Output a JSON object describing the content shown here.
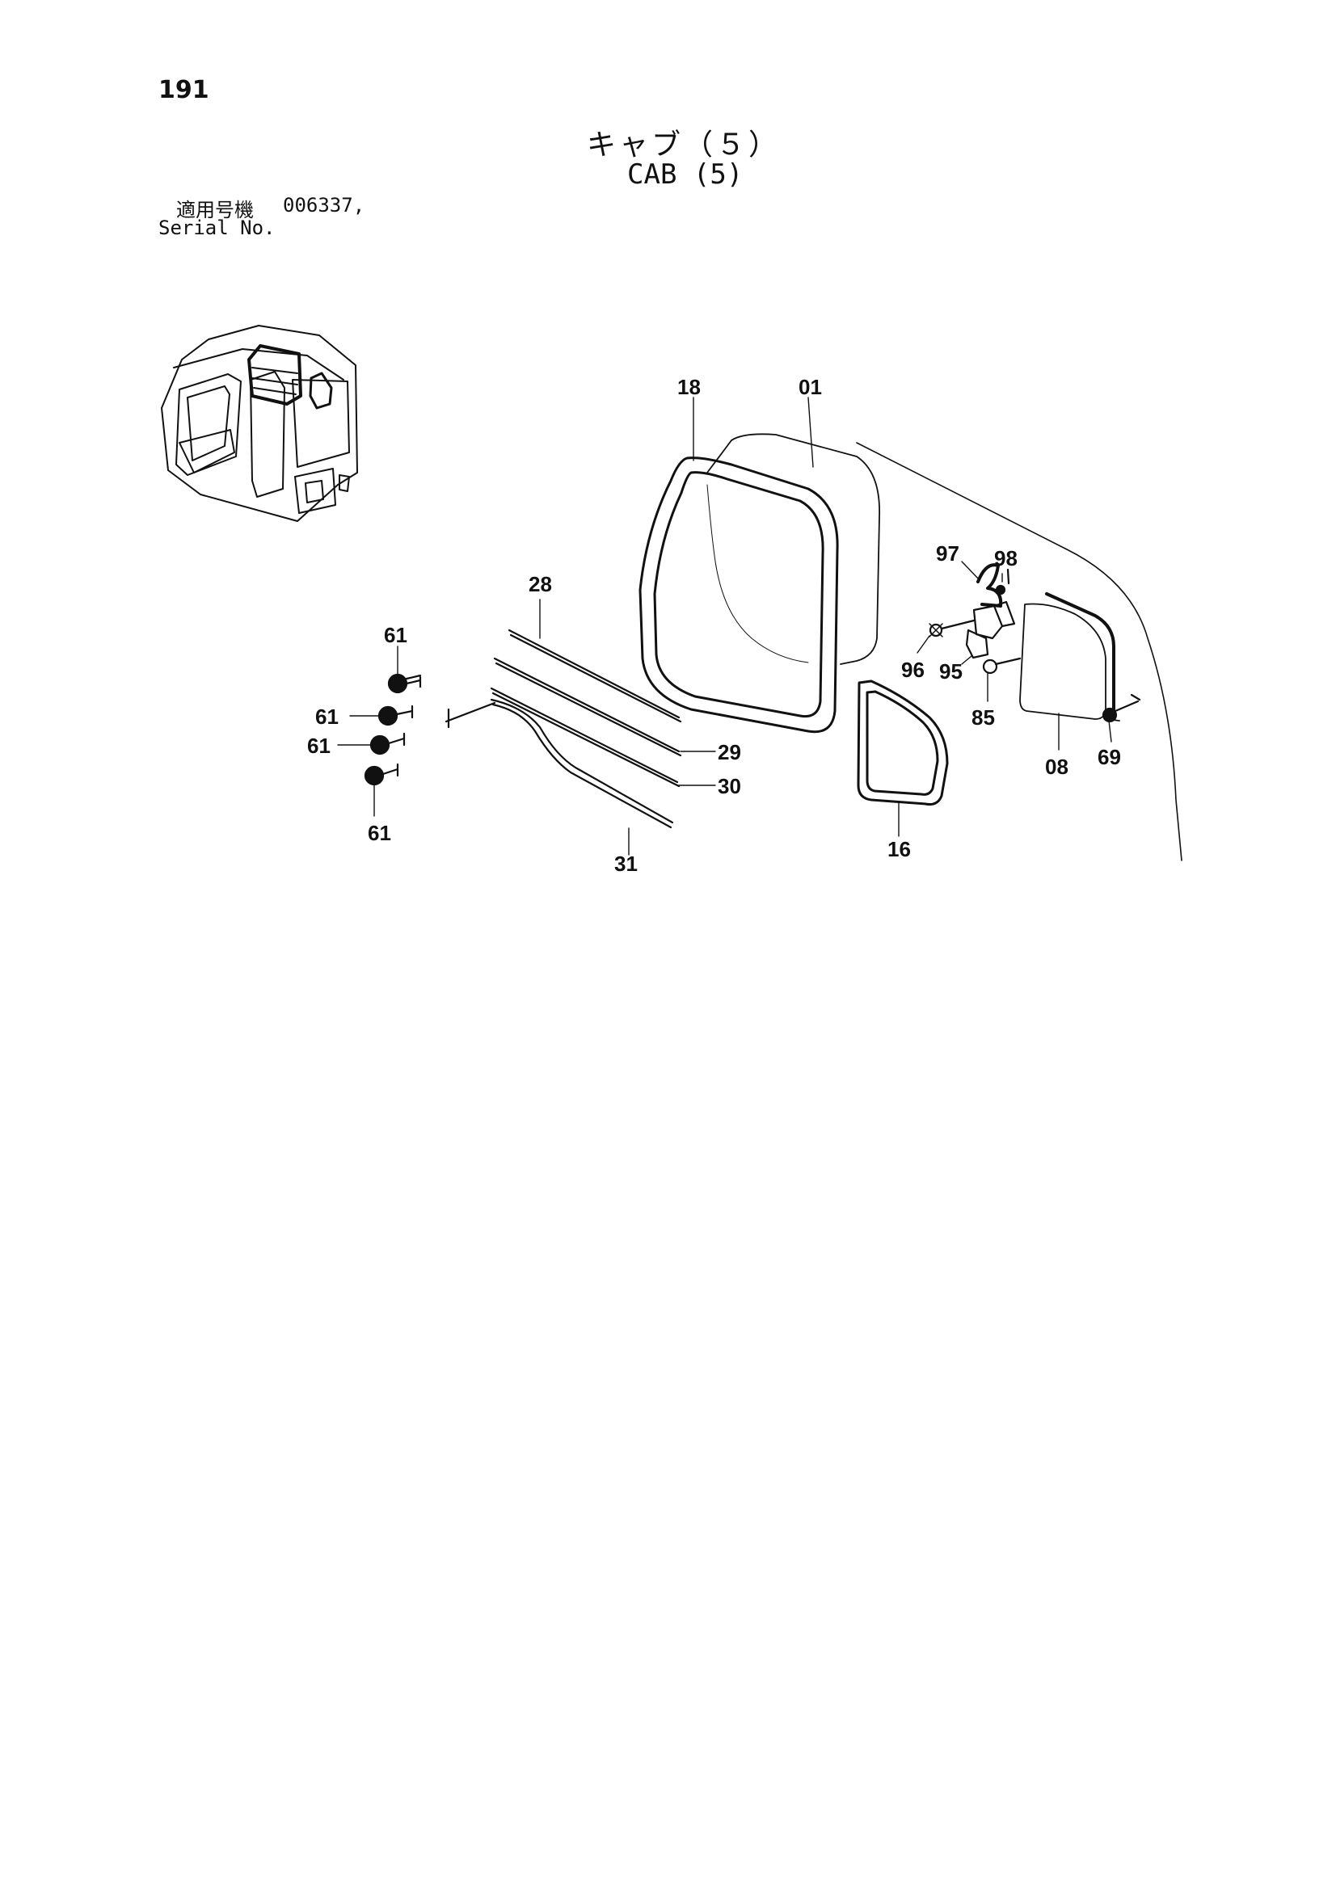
{
  "page": {
    "number": "191",
    "title_ja": "キャブ（５）",
    "title_en": "CAB (5)",
    "serial_label_ja": "適用号機",
    "serial_value": "006337,",
    "serial_label_en": "Serial No."
  },
  "callouts": [
    {
      "id": "c18",
      "label": "18"
    },
    {
      "id": "c01",
      "label": "01"
    },
    {
      "id": "c28",
      "label": "28"
    },
    {
      "id": "c61a",
      "label": "61"
    },
    {
      "id": "c61b",
      "label": "61"
    },
    {
      "id": "c61c",
      "label": "61"
    },
    {
      "id": "c61d",
      "label": "61"
    },
    {
      "id": "c29",
      "label": "29"
    },
    {
      "id": "c30",
      "label": "30"
    },
    {
      "id": "c31",
      "label": "31"
    },
    {
      "id": "c16",
      "label": "16"
    },
    {
      "id": "c97",
      "label": "97"
    },
    {
      "id": "c98",
      "label": "98"
    },
    {
      "id": "c96",
      "label": "96"
    },
    {
      "id": "c95",
      "label": "95"
    },
    {
      "id": "c85",
      "label": "85"
    },
    {
      "id": "c08",
      "label": "08"
    },
    {
      "id": "c69",
      "label": "69"
    }
  ]
}
